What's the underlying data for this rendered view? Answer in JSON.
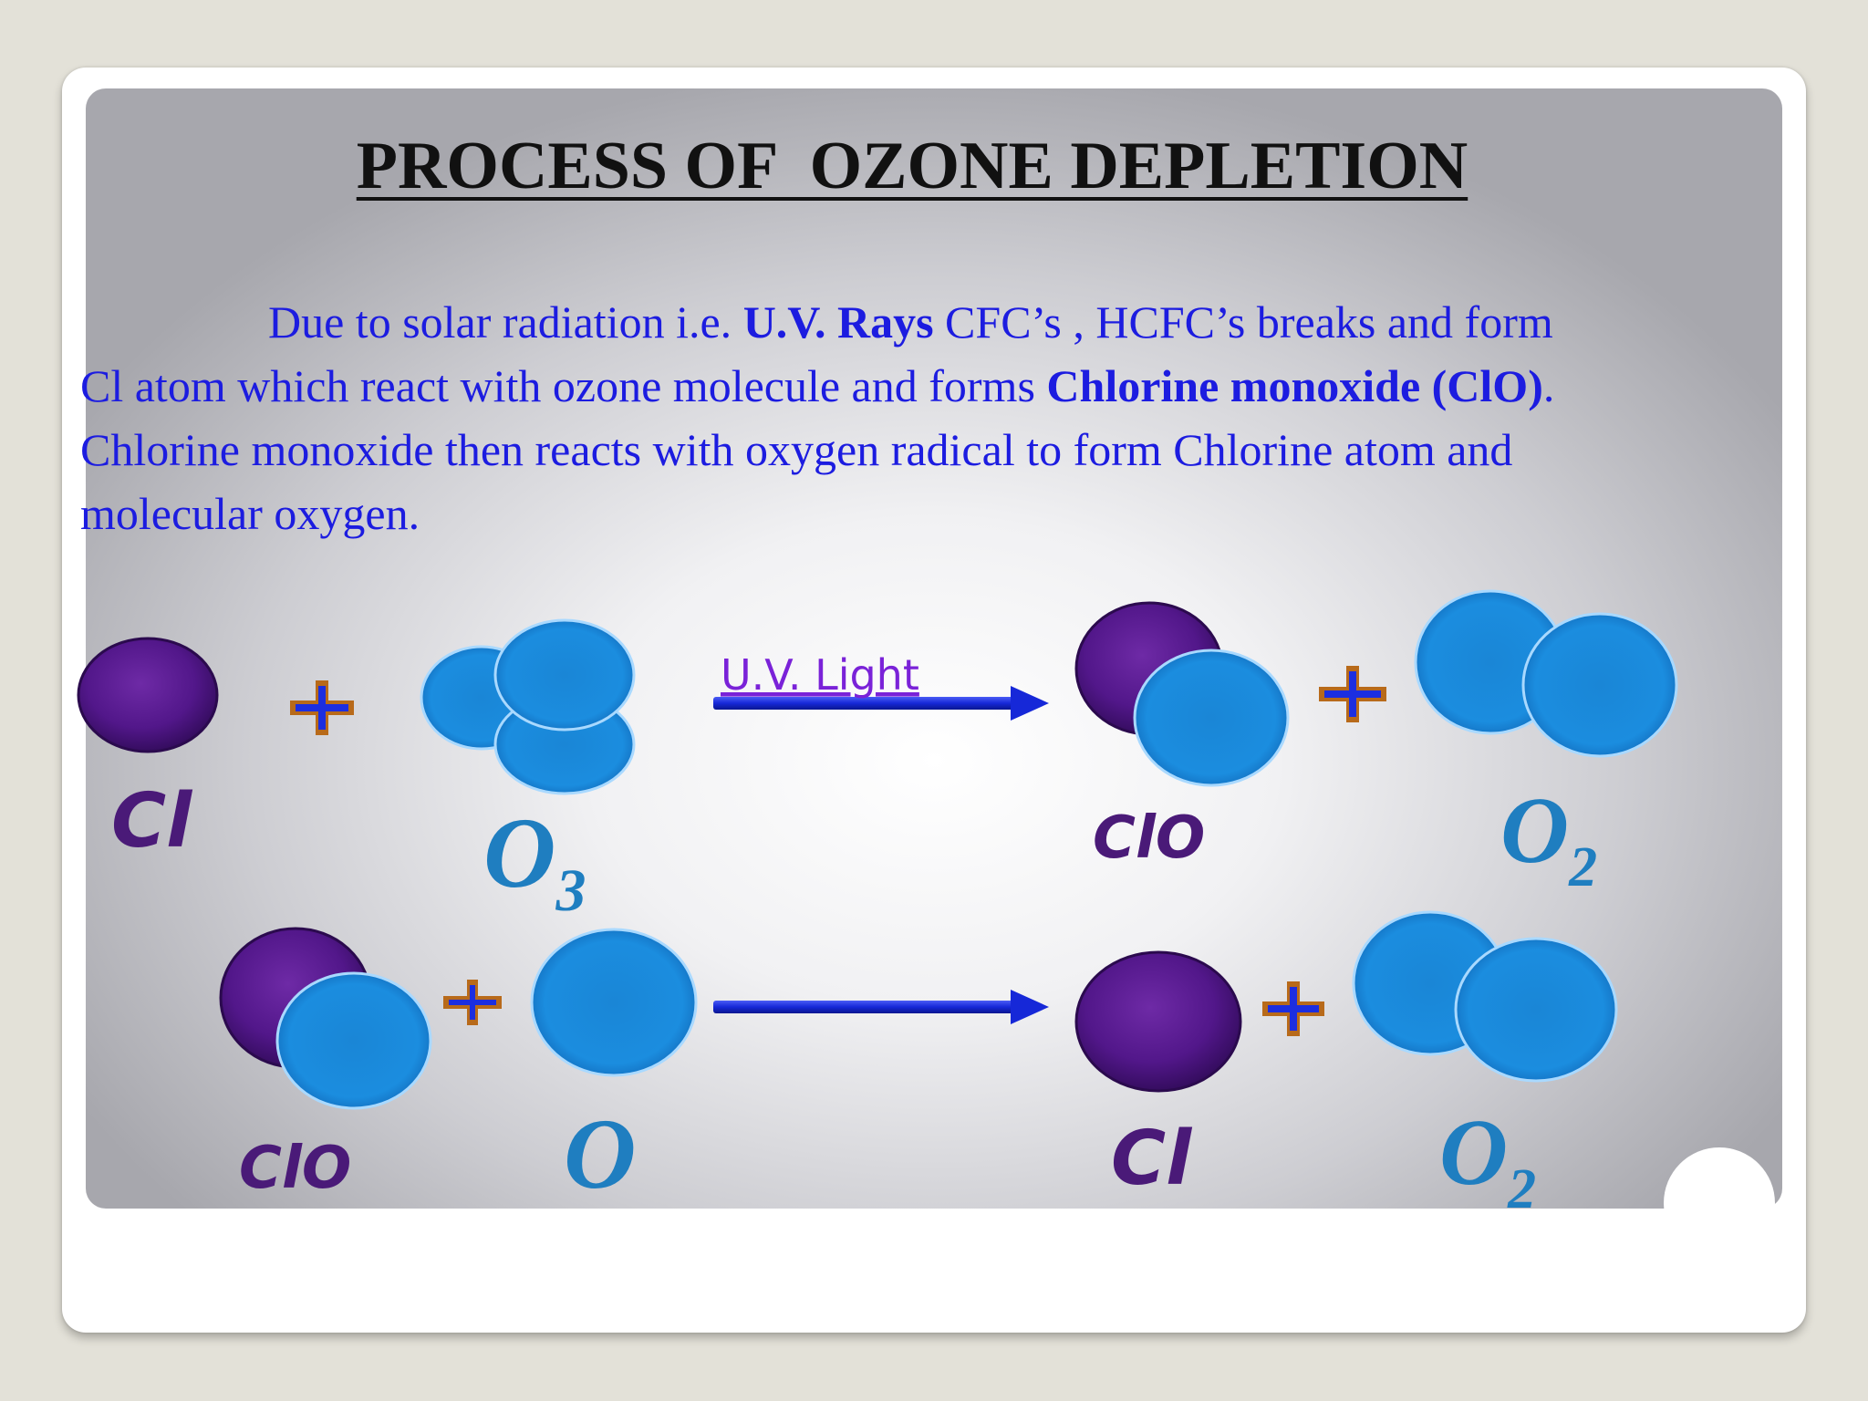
{
  "slide": {
    "title": "PROCESS OF  OZONE DEPLETION",
    "paragraph": {
      "line1_prefix": "Due to solar radiation i.e. ",
      "line1_bold": "U.V. Rays",
      "line1_suffix": " CFC’s , HCFC’s breaks and form",
      "line2_prefix": "Cl atom which react with ozone molecule and forms ",
      "line2_bold": "Chlorine monoxide (ClO)",
      "line2_suffix": ".",
      "line3": "Chlorine monoxide then reacts with oxygen radical to form Chlorine atom and",
      "line4": "molecular oxygen."
    }
  },
  "reaction1": {
    "reactant_a": "Cl",
    "reactant_b_base": "O",
    "reactant_b_sub": "3",
    "arrow_label": "U.V. Light",
    "product_a": "ClO",
    "product_b_base": "O",
    "product_b_sub": "2"
  },
  "reaction2": {
    "reactant_a": "ClO",
    "reactant_b": "O",
    "product_a": "Cl",
    "product_b_base": "O",
    "product_b_sub": "2"
  },
  "colors": {
    "chlorine_atom": "#5a1a8c",
    "oxygen_atom": "#1e88d8",
    "plus_sign": "#b86a1a",
    "arrow": "#1a2ee0",
    "text_blue": "#1c1ce0"
  }
}
